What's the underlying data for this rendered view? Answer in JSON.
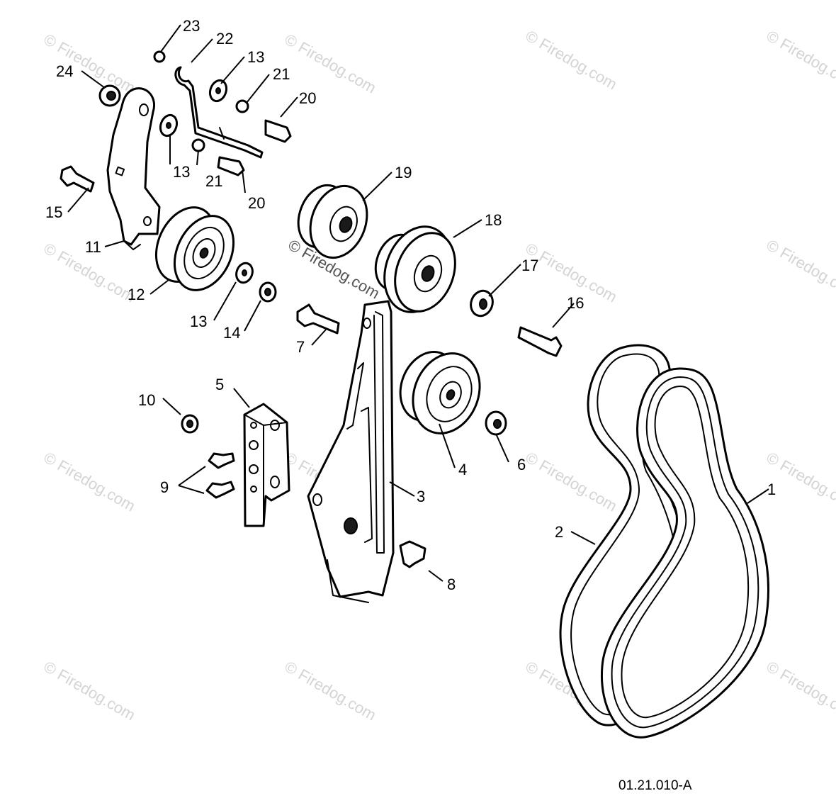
{
  "diagram": {
    "drawing_number": "01.21.010-A",
    "watermark": "© Firedog.com",
    "callouts": [
      "1",
      "2",
      "3",
      "4",
      "5",
      "6",
      "7",
      "8",
      "9",
      "10",
      "11",
      "12",
      "13",
      "14",
      "15",
      "16",
      "17",
      "18",
      "19",
      "20",
      "21",
      "22",
      "23",
      "24",
      "13",
      "13",
      "20",
      "21"
    ]
  }
}
